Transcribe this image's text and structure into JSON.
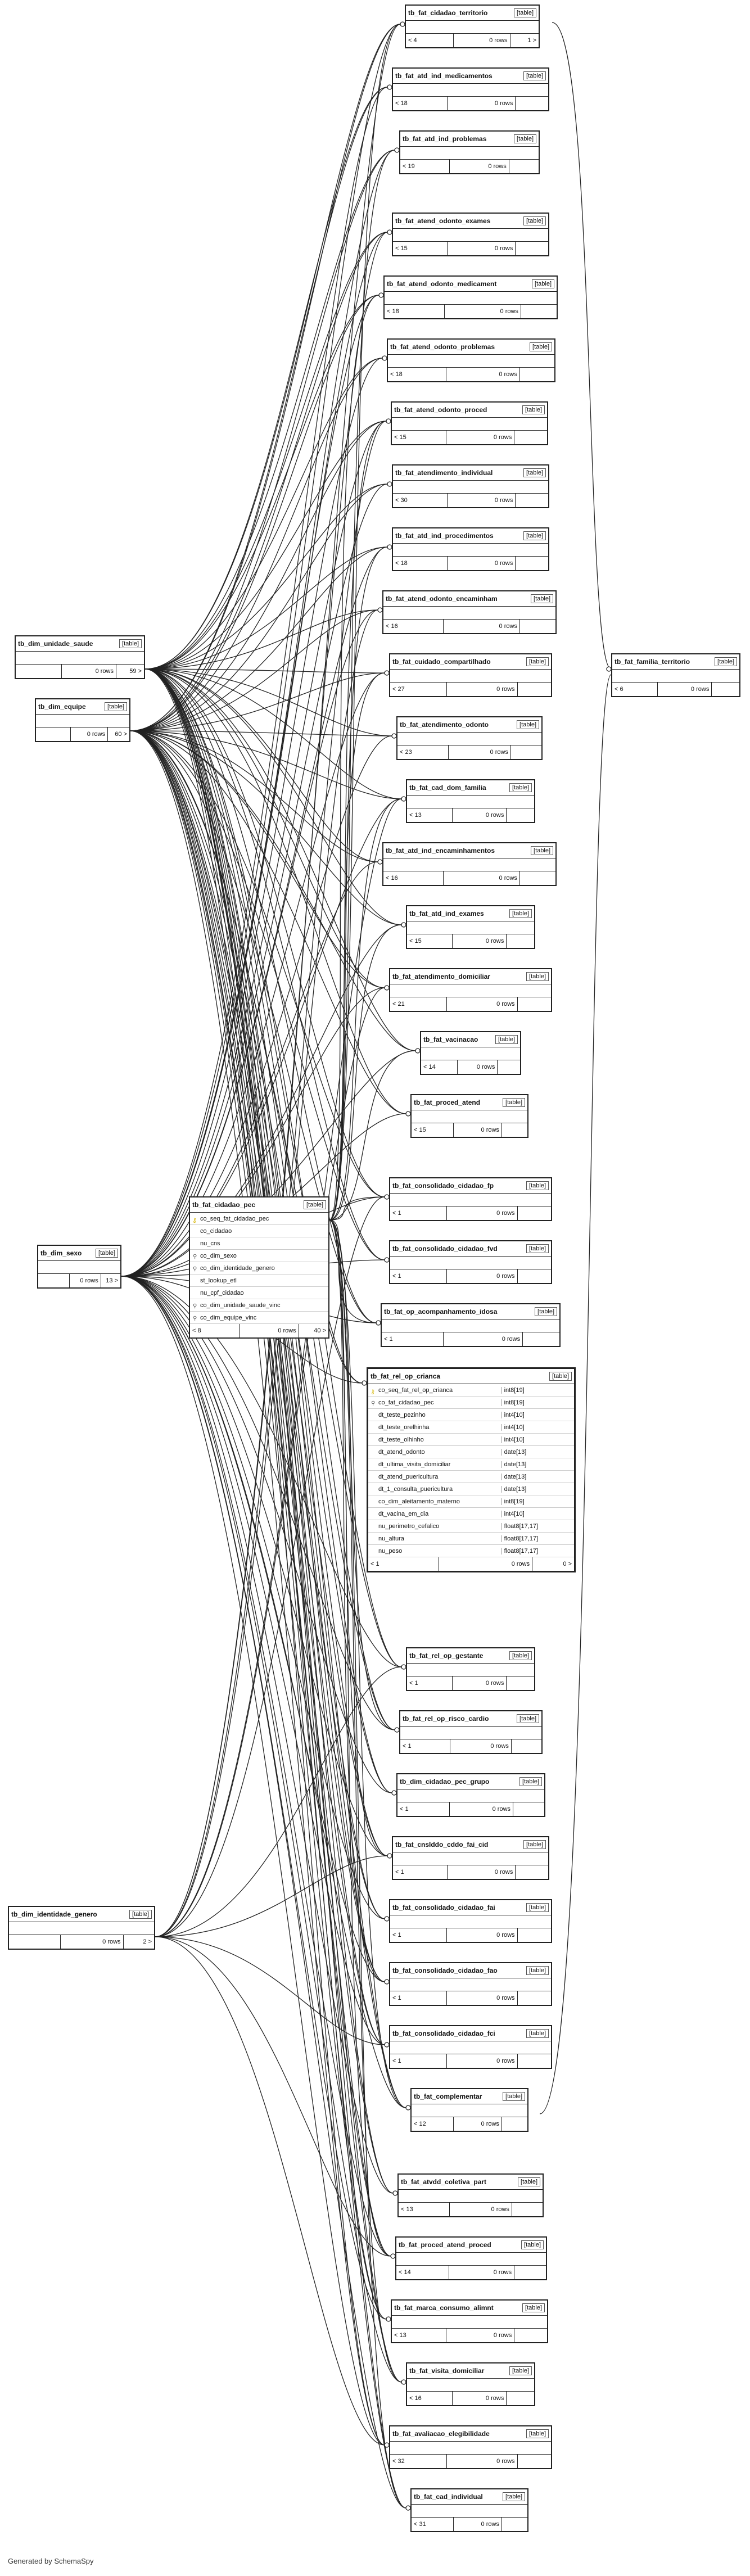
{
  "footer": "Generated by SchemaSpy",
  "tables": [
    {
      "id": "t_cidadao_territorio",
      "name": "tb_fat_cidadao_territorio",
      "type": "[table]",
      "left": "< 4",
      "rows": "0 rows",
      "right": "1 >"
    },
    {
      "id": "t_atd_ind_med",
      "name": "tb_fat_atd_ind_medicamentos",
      "type": "[table]",
      "left": "< 18",
      "rows": "0 rows",
      "right": ""
    },
    {
      "id": "t_atd_ind_prob",
      "name": "tb_fat_atd_ind_problemas",
      "type": "[table]",
      "left": "< 19",
      "rows": "0 rows",
      "right": ""
    },
    {
      "id": "t_odonto_exames",
      "name": "tb_fat_atend_odonto_exames",
      "type": "[table]",
      "left": "< 15",
      "rows": "0 rows",
      "right": ""
    },
    {
      "id": "t_odonto_med",
      "name": "tb_fat_atend_odonto_medicament",
      "type": "[table]",
      "left": "< 18",
      "rows": "0 rows",
      "right": ""
    },
    {
      "id": "t_odonto_prob",
      "name": "tb_fat_atend_odonto_problemas",
      "type": "[table]",
      "left": "< 18",
      "rows": "0 rows",
      "right": ""
    },
    {
      "id": "t_odonto_proced",
      "name": "tb_fat_atend_odonto_proced",
      "type": "[table]",
      "left": "< 15",
      "rows": "0 rows",
      "right": ""
    },
    {
      "id": "t_atend_indiv",
      "name": "tb_fat_atendimento_individual",
      "type": "[table]",
      "left": "< 30",
      "rows": "0 rows",
      "right": ""
    },
    {
      "id": "t_atd_ind_proc",
      "name": "tb_fat_atd_ind_procedimentos",
      "type": "[table]",
      "left": "< 18",
      "rows": "0 rows",
      "right": ""
    },
    {
      "id": "t_odonto_enc",
      "name": "tb_fat_atend_odonto_encaminham",
      "type": "[table]",
      "left": "< 16",
      "rows": "0 rows",
      "right": ""
    },
    {
      "id": "t_cuidado_comp",
      "name": "tb_fat_cuidado_compartilhado",
      "type": "[table]",
      "left": "< 27",
      "rows": "0 rows",
      "right": ""
    },
    {
      "id": "t_atend_odonto",
      "name": "tb_fat_atendimento_odonto",
      "type": "[table]",
      "left": "< 23",
      "rows": "0 rows",
      "right": ""
    },
    {
      "id": "t_cad_dom_fam",
      "name": "tb_fat_cad_dom_familia",
      "type": "[table]",
      "left": "< 13",
      "rows": "0 rows",
      "right": ""
    },
    {
      "id": "t_atd_ind_enc",
      "name": "tb_fat_atd_ind_encaminhamentos",
      "type": "[table]",
      "left": "< 16",
      "rows": "0 rows",
      "right": ""
    },
    {
      "id": "t_atd_ind_exames",
      "name": "tb_fat_atd_ind_exames",
      "type": "[table]",
      "left": "< 15",
      "rows": "0 rows",
      "right": ""
    },
    {
      "id": "t_atend_dom",
      "name": "tb_fat_atendimento_domiciliar",
      "type": "[table]",
      "left": "< 21",
      "rows": "0 rows",
      "right": ""
    },
    {
      "id": "t_vacinacao",
      "name": "tb_fat_vacinacao",
      "type": "[table]",
      "left": "< 14",
      "rows": "0 rows",
      "right": ""
    },
    {
      "id": "t_proced_atend",
      "name": "tb_fat_proced_atend",
      "type": "[table]",
      "left": "< 15",
      "rows": "0 rows",
      "right": ""
    },
    {
      "id": "t_cons_fp",
      "name": "tb_fat_consolidado_cidadao_fp",
      "type": "[table]",
      "left": "< 1",
      "rows": "0 rows",
      "right": ""
    },
    {
      "id": "t_cons_fvd",
      "name": "tb_fat_consolidado_cidadao_fvd",
      "type": "[table]",
      "left": "< 1",
      "rows": "0 rows",
      "right": ""
    },
    {
      "id": "t_op_acomp_idosa",
      "name": "tb_fat_op_acompanhamento_idosa",
      "type": "[table]",
      "left": "< 1",
      "rows": "0 rows",
      "right": ""
    },
    {
      "id": "t_rel_op_gestante",
      "name": "tb_fat_rel_op_gestante",
      "type": "[table]",
      "left": "< 1",
      "rows": "0 rows",
      "right": ""
    },
    {
      "id": "t_rel_op_risco",
      "name": "tb_fat_rel_op_risco_cardio",
      "type": "[table]",
      "left": "< 1",
      "rows": "0 rows",
      "right": ""
    },
    {
      "id": "t_dim_cid_grupo",
      "name": "tb_dim_cidadao_pec_grupo",
      "type": "[table]",
      "left": "< 1",
      "rows": "0 rows",
      "right": ""
    },
    {
      "id": "t_cnslddo_fai",
      "name": "tb_fat_cnslddo_cddo_fai_cid",
      "type": "[table]",
      "left": "< 1",
      "rows": "0 rows",
      "right": ""
    },
    {
      "id": "t_cons_fai",
      "name": "tb_fat_consolidado_cidadao_fai",
      "type": "[table]",
      "left": "< 1",
      "rows": "0 rows",
      "right": ""
    },
    {
      "id": "t_cons_fao",
      "name": "tb_fat_consolidado_cidadao_fao",
      "type": "[table]",
      "left": "< 1",
      "rows": "0 rows",
      "right": ""
    },
    {
      "id": "t_cons_fci",
      "name": "tb_fat_consolidado_cidadao_fci",
      "type": "[table]",
      "left": "< 1",
      "rows": "0 rows",
      "right": ""
    },
    {
      "id": "t_complementar",
      "name": "tb_fat_complementar",
      "type": "[table]",
      "left": "< 12",
      "rows": "0 rows",
      "right": ""
    },
    {
      "id": "t_atvdd_col",
      "name": "tb_fat_atvdd_coletiva_part",
      "type": "[table]",
      "left": "< 13",
      "rows": "0 rows",
      "right": ""
    },
    {
      "id": "t_proced_atend_proc",
      "name": "tb_fat_proced_atend_proced",
      "type": "[table]",
      "left": "< 14",
      "rows": "0 rows",
      "right": ""
    },
    {
      "id": "t_marca_consumo",
      "name": "tb_fat_marca_consumo_alimnt",
      "type": "[table]",
      "left": "< 13",
      "rows": "0 rows",
      "right": ""
    },
    {
      "id": "t_visita_dom",
      "name": "tb_fat_visita_domiciliar",
      "type": "[table]",
      "left": "< 16",
      "rows": "0 rows",
      "right": ""
    },
    {
      "id": "t_aval_eleg",
      "name": "tb_fat_avaliacao_elegibilidade",
      "type": "[table]",
      "left": "< 32",
      "rows": "0 rows",
      "right": ""
    },
    {
      "id": "t_cad_indiv",
      "name": "tb_fat_cad_individual",
      "type": "[table]",
      "left": "< 31",
      "rows": "0 rows",
      "right": ""
    },
    {
      "id": "t_familia_territorio",
      "name": "tb_fat_familia_territorio",
      "type": "[table]",
      "left": "< 6",
      "rows": "0 rows",
      "right": ""
    },
    {
      "id": "t_dim_unidade",
      "name": "tb_dim_unidade_saude",
      "type": "[table]",
      "left": "",
      "rows": "0 rows",
      "right": "59 >"
    },
    {
      "id": "t_dim_equipe",
      "name": "tb_dim_equipe",
      "type": "[table]",
      "left": "",
      "rows": "0 rows",
      "right": "60 >"
    },
    {
      "id": "t_dim_sexo",
      "name": "tb_dim_sexo",
      "type": "[table]",
      "left": "",
      "rows": "0 rows",
      "right": "13 >"
    },
    {
      "id": "t_dim_ident_genero",
      "name": "tb_dim_identidade_genero",
      "type": "[table]",
      "left": "",
      "rows": "0 rows",
      "right": "2 >"
    }
  ],
  "cidadao_pec": {
    "name": "tb_fat_cidadao_pec",
    "type": "[table]",
    "columns": [
      {
        "name": "co_seq_fat_cidadao_pec",
        "mark": "key"
      },
      {
        "name": "co_cidadao",
        "mark": ""
      },
      {
        "name": "nu_cns",
        "mark": ""
      },
      {
        "name": "co_dim_sexo",
        "mark": "fk"
      },
      {
        "name": "co_dim_identidade_genero",
        "mark": "fk"
      },
      {
        "name": "st_lookup_etl",
        "mark": ""
      },
      {
        "name": "nu_cpf_cidadao",
        "mark": ""
      },
      {
        "name": "co_dim_unidade_saude_vinc",
        "mark": "fk"
      },
      {
        "name": "co_dim_equipe_vinc",
        "mark": "fk"
      }
    ],
    "left": "< 8",
    "rows": "0 rows",
    "right": "40 >"
  },
  "rel_op_crianca": {
    "name": "tb_fat_rel_op_crianca",
    "type": "[table]",
    "columns": [
      {
        "name": "co_seq_fat_rel_op_crianca",
        "dtype": "int8[19]",
        "mark": "key"
      },
      {
        "name": "co_fat_cidadao_pec",
        "dtype": "int8[19]",
        "mark": "fk"
      },
      {
        "name": "dt_teste_pezinho",
        "dtype": "int4[10]",
        "mark": ""
      },
      {
        "name": "dt_teste_orelhinha",
        "dtype": "int4[10]",
        "mark": ""
      },
      {
        "name": "dt_teste_olhinho",
        "dtype": "int4[10]",
        "mark": ""
      },
      {
        "name": "dt_atend_odonto",
        "dtype": "date[13]",
        "mark": ""
      },
      {
        "name": "dt_ultima_visita_domiciliar",
        "dtype": "date[13]",
        "mark": ""
      },
      {
        "name": "dt_atend_puericultura",
        "dtype": "date[13]",
        "mark": ""
      },
      {
        "name": "dt_1_consulta_puericultura",
        "dtype": "date[13]",
        "mark": ""
      },
      {
        "name": "co_dim_aleitamento_materno",
        "dtype": "int8[19]",
        "mark": ""
      },
      {
        "name": "dt_vacina_em_dia",
        "dtype": "int4[10]",
        "mark": ""
      },
      {
        "name": "nu_perimetro_cefalico",
        "dtype": "float8[17,17]",
        "mark": ""
      },
      {
        "name": "nu_altura",
        "dtype": "float8[17,17]",
        "mark": ""
      },
      {
        "name": "nu_peso",
        "dtype": "float8[17,17]",
        "mark": ""
      }
    ],
    "left": "< 1",
    "rows": "0 rows",
    "right": "0 >"
  }
}
